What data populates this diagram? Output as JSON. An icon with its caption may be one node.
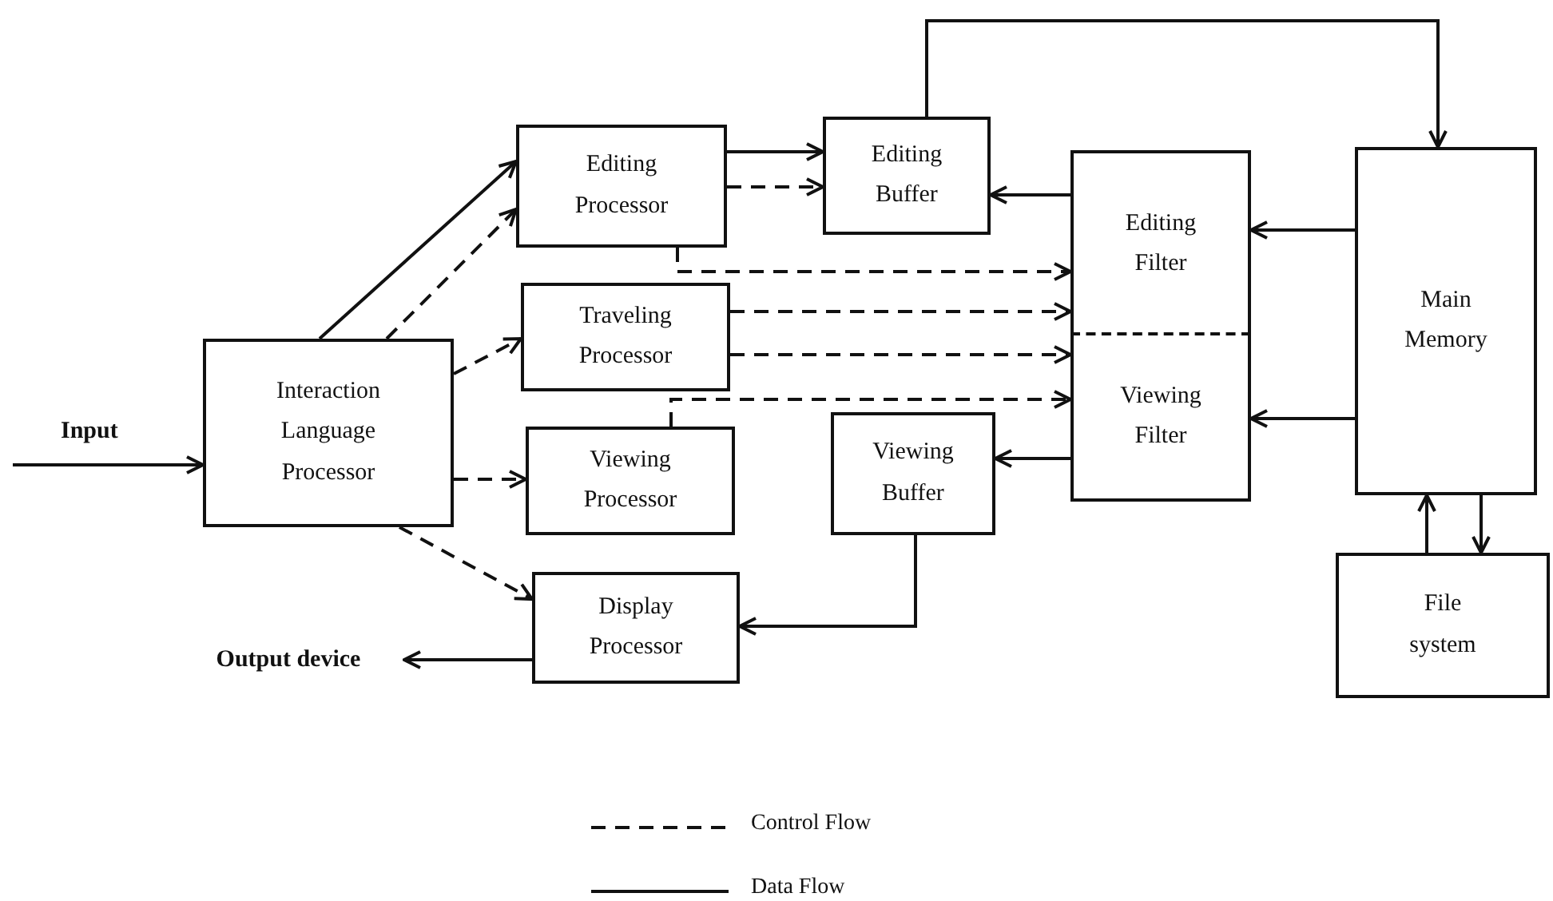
{
  "diagram": {
    "nodes": [
      {
        "text": [
          "Interaction Language Processor"
        ]
      },
      {
        "text": [
          "Editing Processor"
        ]
      },
      {
        "text": [
          "Traveling Processor"
        ]
      },
      {
        "text": [
          "Viewing Processor"
        ]
      },
      {
        "text": [
          "Display Processor"
        ]
      },
      {
        "text": [
          "Editing Buffer"
        ]
      },
      {
        "text": [
          "Viewing Buffer"
        ]
      },
      {
        "text": [
          "Editing Filter"
        ]
      },
      {
        "text": [
          "Viewing Filter"
        ]
      },
      {
        "text": [
          "Main Memory"
        ]
      },
      {
        "text": [
          "File system"
        ]
      },
      {
        "text": [
          "Output device"
        ]
      }
    ],
    "edges": [
      {
        "from": null,
        "to": 0,
        "arrow": "to",
        "label": "Input"
      },
      {
        "from": 0,
        "to": 1,
        "arrow": "to"
      },
      {
        "from": 0,
        "to": 1,
        "arrow": "to",
        "style": "dashed"
      },
      {
        "from": 0,
        "to": 2,
        "arrow": "to",
        "style": "dashed"
      },
      {
        "from": 0,
        "to": 3,
        "arrow": "to",
        "style": "dashed"
      },
      {
        "from": 0,
        "to": 4,
        "arrow": "to",
        "style": "dashed"
      },
      {
        "from": 1,
        "to": 5,
        "arrow": "to"
      },
      {
        "from": 1,
        "to": 5,
        "arrow": "to",
        "style": "dashed"
      },
      {
        "from": 1,
        "to": 7,
        "arrow": "to",
        "style": "dashed"
      },
      {
        "from": 2,
        "to": 7,
        "arrow": "to",
        "style": "dashed"
      },
      {
        "from": 2,
        "to": 8,
        "arrow": "to",
        "style": "dashed"
      },
      {
        "from": 3,
        "to": 8,
        "arrow": "to",
        "style": "dashed"
      },
      {
        "from": 7,
        "to": 5,
        "arrow": "to"
      },
      {
        "from": 8,
        "to": 6,
        "arrow": "to"
      },
      {
        "from": 9,
        "to": 7,
        "arrow": "to"
      },
      {
        "from": 9,
        "to": 8,
        "arrow": "to"
      },
      {
        "from": 5,
        "to": 9,
        "arrow": "to"
      },
      {
        "from": 6,
        "to": 4,
        "arrow": "to"
      },
      {
        "from": 4,
        "to": 11,
        "arrow": "to"
      },
      {
        "from": 10,
        "to": 9,
        "arrow": "to"
      },
      {
        "from": 9,
        "to": 10,
        "arrow": "to"
      }
    ],
    "legend": [
      {
        "text": "Control Flow"
      },
      {
        "text": "Data Flow"
      }
    ]
  }
}
